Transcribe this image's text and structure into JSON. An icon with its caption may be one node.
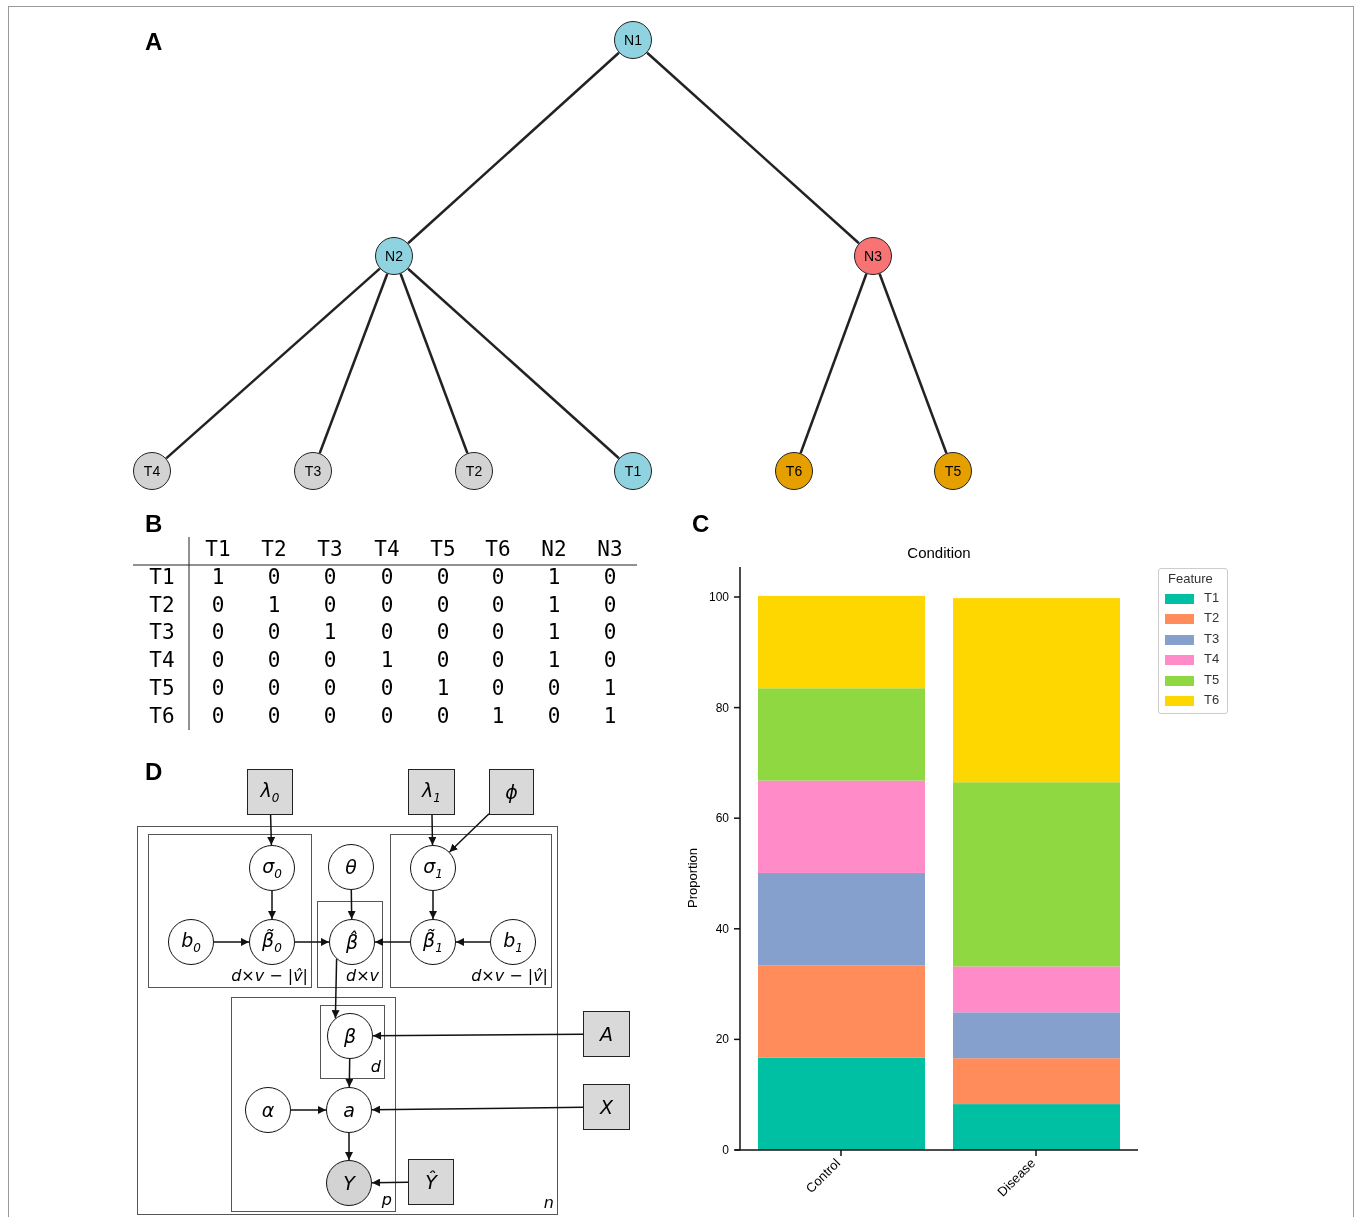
{
  "diagram": {
    "nodes": [
      {
        "text": [
          "N1"
        ]
      },
      {
        "text": [
          "N2"
        ]
      },
      {
        "text": [
          "N3"
        ]
      },
      {
        "text": [
          "T4"
        ]
      },
      {
        "text": [
          "T3"
        ]
      },
      {
        "text": [
          "T2"
        ]
      },
      {
        "text": [
          "T1"
        ]
      },
      {
        "text": [
          "T6"
        ]
      },
      {
        "text": [
          "T5"
        ]
      },
      {
        "text": [
          "λ$_{0}$"
        ]
      },
      {
        "text": [
          "λ$_{1}$"
        ]
      },
      {
        "text": [
          "ϕ"
        ]
      },
      {
        "text": [
          "n"
        ]
      },
      {
        "text": [
          "d×v − |v̂|"
        ],
        "in": 12
      },
      {
        "text": [
          "σ$_{0}$"
        ],
        "in": 13
      },
      {
        "text": [
          "b$_{0}$"
        ],
        "in": 13
      },
      {
        "text": [
          "β̃$_{0}$"
        ],
        "in": 13
      },
      {
        "text": [
          "θ"
        ],
        "in": 12
      },
      {
        "text": [
          "d×v"
        ],
        "in": 12
      },
      {
        "text": [
          "β̂"
        ],
        "in": 18
      },
      {
        "text": [
          "d×v − |v̂|"
        ],
        "in": 12
      },
      {
        "text": [
          "σ$_{1}$"
        ],
        "in": 20
      },
      {
        "text": [
          "β̃$_{1}$"
        ],
        "in": 20
      },
      {
        "text": [
          "b$_{1}$"
        ],
        "in": 20
      },
      {
        "text": [
          "p"
        ],
        "in": 12
      },
      {
        "text": [
          "d"
        ],
        "in": 24
      },
      {
        "text": [
          "β"
        ],
        "in": 25
      },
      {
        "text": [
          "α"
        ],
        "in": 24
      },
      {
        "text": [
          "a"
        ],
        "in": 24
      },
      {
        "text": [
          "Y"
        ],
        "in": 24
      },
      {
        "text": [
          "A"
        ]
      },
      {
        "text": [
          "X"
        ]
      },
      {
        "text": [
          "Ŷ"
        ],
        "in": 12
      }
    ],
    "edges": [
      {
        "from": 0,
        "to": 1,
        "arrow": "none"
      },
      {
        "from": 0,
        "to": 2,
        "arrow": "none"
      },
      {
        "from": 1,
        "to": 3,
        "arrow": "none"
      },
      {
        "from": 1,
        "to": 4,
        "arrow": "none"
      },
      {
        "from": 1,
        "to": 5,
        "arrow": "none"
      },
      {
        "from": 1,
        "to": 6,
        "arrow": "none"
      },
      {
        "from": 2,
        "to": 7,
        "arrow": "none"
      },
      {
        "from": 2,
        "to": 8,
        "arrow": "none"
      },
      {
        "from": 9,
        "to": 14,
        "arrow": "to"
      },
      {
        "from": 14,
        "to": 16,
        "arrow": "to"
      },
      {
        "from": 15,
        "to": 16,
        "arrow": "to"
      },
      {
        "from": 16,
        "to": 19,
        "arrow": "to"
      },
      {
        "from": 17,
        "to": 19,
        "arrow": "to"
      },
      {
        "from": 10,
        "to": 21,
        "arrow": "to"
      },
      {
        "from": 11,
        "to": 21,
        "arrow": "to"
      },
      {
        "from": 21,
        "to": 22,
        "arrow": "to"
      },
      {
        "from": 23,
        "to": 22,
        "arrow": "to"
      },
      {
        "from": 22,
        "to": 19,
        "arrow": "to"
      },
      {
        "from": 19,
        "to": 26,
        "arrow": "to"
      },
      {
        "from": 30,
        "to": 26,
        "arrow": "to"
      },
      {
        "from": 26,
        "to": 28,
        "arrow": "to"
      },
      {
        "from": 27,
        "to": 28,
        "arrow": "to"
      },
      {
        "from": 31,
        "to": 28,
        "arrow": "to"
      },
      {
        "from": 28,
        "to": 29,
        "arrow": "to"
      },
      {
        "from": 32,
        "to": 29,
        "arrow": "to"
      }
    ],
    "labels": [
      "A",
      "B",
      "C",
      "D",
      "Feature",
      "T1",
      "T2",
      "T3",
      "T4",
      "T5",
      "T6",
      "N2",
      "N3",
      "T1",
      "1",
      "0",
      "0",
      "0",
      "0",
      "0",
      "1",
      "0",
      "T2",
      "0",
      "1",
      "0",
      "0",
      "0",
      "0",
      "1",
      "0",
      "T3",
      "0",
      "0",
      "1",
      "0",
      "0",
      "0",
      "1",
      "0",
      "T4",
      "0",
      "0",
      "0",
      "1",
      "0",
      "0",
      "1",
      "0",
      "T5",
      "0",
      "0",
      "0",
      "0",
      "1",
      "0",
      "0",
      "1",
      "T6",
      "0",
      "0",
      "0",
      "0",
      "0",
      "1",
      "0",
      "1"
    ],
    "chart_data": {
      "type": "bar",
      "title": "Condition",
      "ylabel": "Proportion",
      "categories": [
        "Control",
        "Disease"
      ],
      "stacked": true,
      "ylim": [
        0,
        100
      ],
      "yticks": [
        0,
        20,
        40,
        60,
        80,
        100
      ],
      "series": [
        {
          "name": "T1",
          "color": "#00c0a3",
          "values": [
            16.7,
            8.3
          ]
        },
        {
          "name": "T2",
          "color": "#ff8c5a",
          "values": [
            16.7,
            8.3
          ]
        },
        {
          "name": "T3",
          "color": "#85a0cc",
          "values": [
            16.7,
            8.3
          ]
        },
        {
          "name": "T4",
          "color": "#ff8cc8",
          "values": [
            16.7,
            8.3
          ]
        },
        {
          "name": "T5",
          "color": "#8fd841",
          "values": [
            16.7,
            33.3
          ]
        },
        {
          "name": "T6",
          "color": "#ffd700",
          "values": [
            16.7,
            33.3
          ]
        }
      ]
    }
  }
}
